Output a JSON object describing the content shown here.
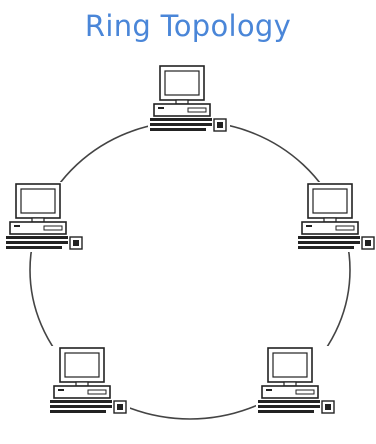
{
  "title": "Ring Topology",
  "colors": {
    "title": "#4a86d8",
    "ring": "#444444",
    "outline": "#222222",
    "screen": "#ffffff",
    "body": "#ffffff"
  },
  "diagram": {
    "type": "ring-network",
    "node_icon": "desktop-computer-icon",
    "nodes": [
      {
        "id": "computer-top"
      },
      {
        "id": "computer-right"
      },
      {
        "id": "computer-bottom-right"
      },
      {
        "id": "computer-bottom-left"
      },
      {
        "id": "computer-left"
      }
    ]
  }
}
